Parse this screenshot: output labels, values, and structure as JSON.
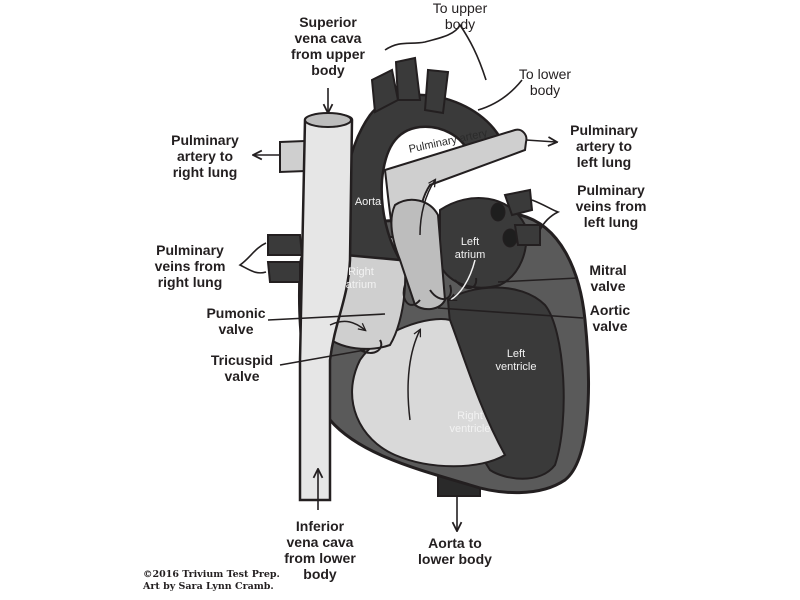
{
  "labels": {
    "superior_vena_cava": [
      "Superior",
      "vena cava",
      "from upper",
      "body"
    ],
    "to_upper_body": [
      "To upper",
      "body"
    ],
    "to_lower_body": [
      "To lower",
      "body"
    ],
    "pulm_artery_right": [
      "Pulminary",
      "artery to",
      "right lung"
    ],
    "pulm_artery_left": [
      "Pulminary",
      "artery to",
      "left lung"
    ],
    "pulm_veins_left": [
      "Pulminary",
      "veins from",
      "left lung"
    ],
    "pulm_veins_right": [
      "Pulminary",
      "veins from",
      "right lung"
    ],
    "mitral_valve": [
      "Mitral",
      "valve"
    ],
    "aortic_valve": [
      "Aortic",
      "valve"
    ],
    "pumonic_valve": [
      "Pumonic",
      "valve"
    ],
    "tricuspid_valve": [
      "Tricuspid",
      "valve"
    ],
    "inferior_vena_cava": [
      "Inferior",
      "vena cava",
      "from lower",
      "body"
    ],
    "aorta_lower": [
      "Aorta to",
      "lower body"
    ]
  },
  "inner_labels": {
    "pulmonary_artery": "Pulminary artery",
    "aorta": "Aorta",
    "left_atrium": [
      "Left",
      "atrium"
    ],
    "right_atrium": [
      "Right",
      "atrium"
    ],
    "left_ventricle": [
      "Left",
      "ventricle"
    ],
    "right_ventricle": [
      "Right",
      "ventricle"
    ]
  },
  "credit": [
    "©2016 Trivium Test Prep.",
    "Art by Sara Lynn Cramb."
  ],
  "colors": {
    "outline": "#231f20",
    "dark_tissue": "#3a3a3a",
    "mid_tissue": "#8a8a8a",
    "light_chamber": "#d9d9d9",
    "vessel_light": "#cfcfcf"
  }
}
